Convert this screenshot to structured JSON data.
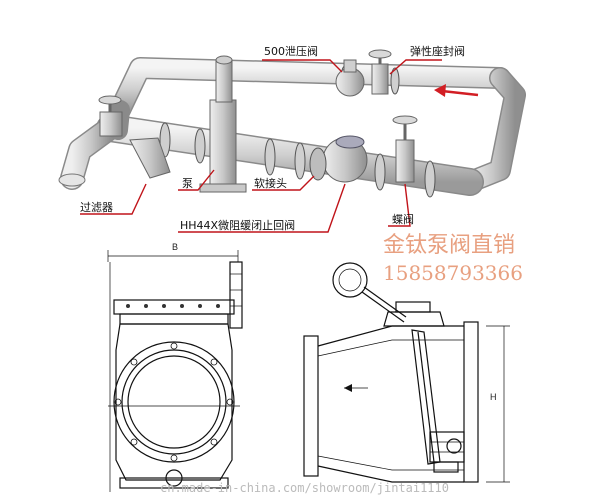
{
  "labels": {
    "relief_valve": "500泄压阀",
    "elastic_seat_valve": "弹性座封阀",
    "pump": "泵",
    "soft_joint": "软接头",
    "filter": "过滤器",
    "check_valve": "HH44X微阻缓闭止回阀",
    "butterfly_valve": "蝶阀"
  },
  "dimension": {
    "b": "B",
    "h": "H"
  },
  "promo": {
    "line1": "金钛泵阀直销",
    "line2": "15858793366"
  },
  "watermark": "cn.made-in-china.com/showroom/jintai1110",
  "colors": {
    "pipe": "#d2d2d2",
    "pipe_edge": "#8a8a8a",
    "leader": "#c0141a",
    "promo": "#e8a080"
  }
}
